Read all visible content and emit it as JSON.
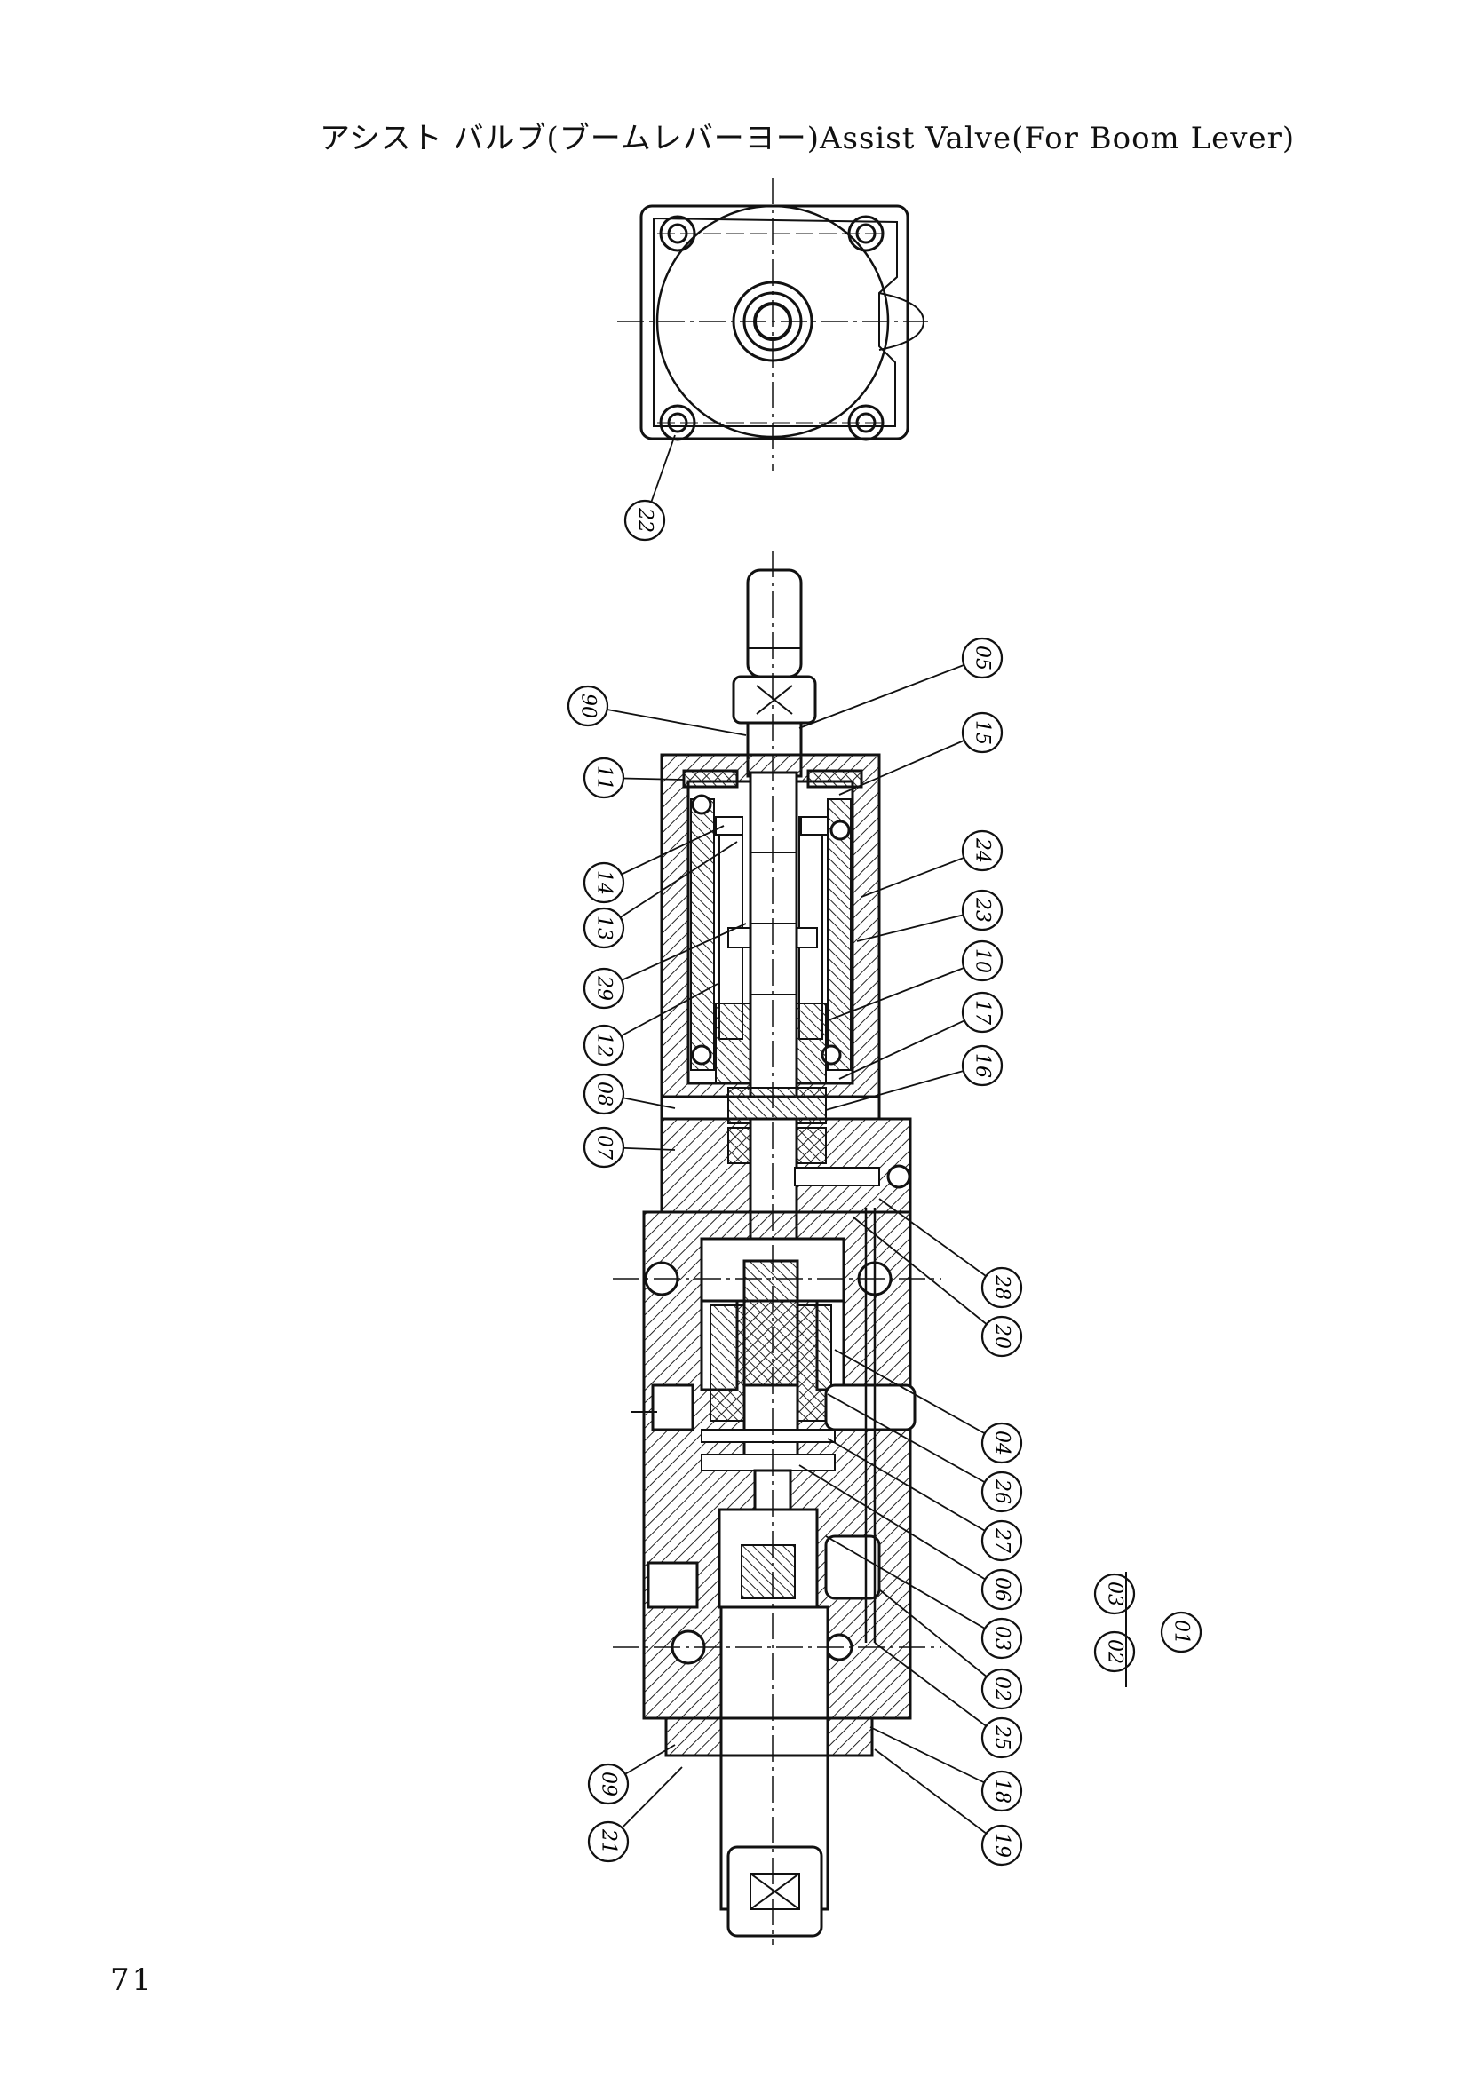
{
  "title": "アシスト バルブ(ブームレバーヨー)Assist Valve(For Boom Lever)",
  "page_number": "71",
  "callouts_top": [
    "22"
  ],
  "callouts_left": [
    "90",
    "11",
    "14",
    "13",
    "29",
    "12",
    "08",
    "07",
    "09",
    "21"
  ],
  "callouts_right": [
    "05",
    "15",
    "24",
    "23",
    "10",
    "17",
    "16",
    "28",
    "20",
    "04",
    "26",
    "27",
    "06",
    "03",
    "02",
    "25",
    "18",
    "19"
  ],
  "legend": {
    "top": "03",
    "left": "02",
    "bottom": "01"
  }
}
